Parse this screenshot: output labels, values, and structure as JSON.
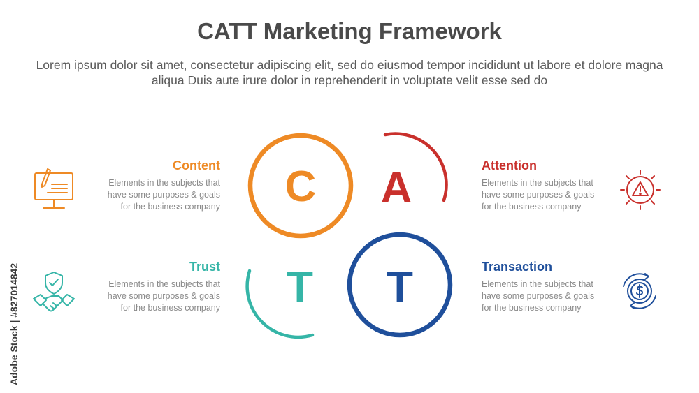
{
  "header": {
    "title": "CATT Marketing Framework",
    "subtitle": "Lorem ipsum dolor sit amet, consectetur adipiscing elit, sed do eiusmod tempor incididunt ut labore et dolore magna aliqua Duis aute irure dolor in reprehenderit in voluptate velit esse sed do"
  },
  "diagram": {
    "letters": {
      "c": "C",
      "a": "A",
      "t1": "T",
      "t2": "T"
    }
  },
  "items": [
    {
      "heading": "Content",
      "desc": [
        "Elements in the subjects that",
        "have  some purposes & goals",
        "for the  business company"
      ],
      "color": "#ee8a25",
      "icon": "computer-pen-icon"
    },
    {
      "heading": "Attention",
      "desc": [
        "Elements in the subjects that",
        "have  some purposes & goals",
        "for the  business company"
      ],
      "color": "#c9302c",
      "icon": "alert-warning-icon"
    },
    {
      "heading": "Trust",
      "desc": [
        "Elements in the subjects that",
        "have  some purposes & goals",
        "for the  business company"
      ],
      "color": "#35b5a7",
      "icon": "handshake-shield-icon"
    },
    {
      "heading": "Transaction",
      "desc": [
        "Elements in the subjects that",
        "have  some purposes & goals",
        "for the  business company"
      ],
      "color": "#1f4f9b",
      "icon": "dollar-exchange-icon"
    }
  ],
  "watermark": {
    "text": "Adobe Stock | #827014842"
  }
}
